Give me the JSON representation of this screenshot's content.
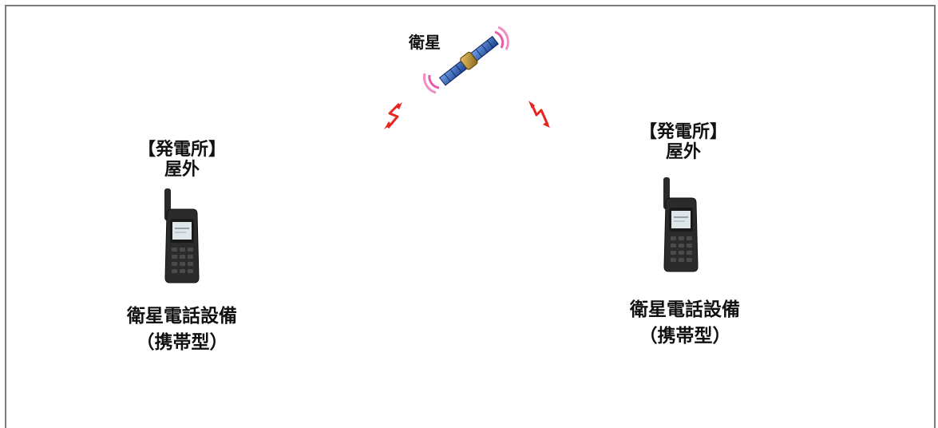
{
  "satellite": {
    "label": "衛星",
    "icon": "satellite-icon"
  },
  "left_site": {
    "location_line1": "【発電所】",
    "location_line2": "屋外",
    "device_icon": "satellite-phone-icon",
    "equipment_line1": "衛星電話設備",
    "equipment_line2": "（携帯型）"
  },
  "right_site": {
    "location_line1": "【発電所】",
    "location_line2": "屋外",
    "device_icon": "satellite-phone-icon",
    "equipment_line1": "衛星電話設備",
    "equipment_line2": "（携帯型）"
  },
  "colors": {
    "signal": "#e8251f",
    "border": "#7a7a7a",
    "text": "#111111"
  }
}
